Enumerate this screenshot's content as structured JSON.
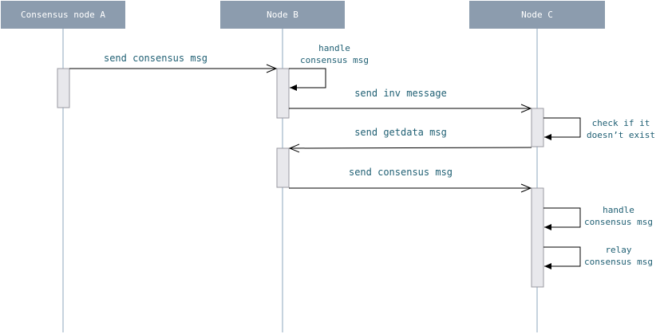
{
  "participants": [
    {
      "id": "a",
      "label": "Consensus node A"
    },
    {
      "id": "b",
      "label": "Node B"
    },
    {
      "id": "c",
      "label": "Node C"
    }
  ],
  "messages": [
    {
      "id": "m1",
      "label": "send consensus msg"
    },
    {
      "id": "m2",
      "label": "send inv message"
    },
    {
      "id": "m3",
      "label": "send getdata msg"
    },
    {
      "id": "m4",
      "label": "send consensus msg"
    }
  ],
  "self_messages": [
    {
      "id": "s1",
      "lines": [
        "handle",
        "consensus msg"
      ]
    },
    {
      "id": "s2",
      "lines": [
        "check if it",
        "doesn’t exist"
      ]
    },
    {
      "id": "s3",
      "lines": [
        "handle",
        "consensus msg"
      ]
    },
    {
      "id": "s4",
      "lines": [
        "relay",
        "consensus msg"
      ]
    }
  ],
  "colors": {
    "header_fill": "#8c9cae",
    "header_text": "#ffffff",
    "lifeline": "#8ea7bd",
    "activation_fill": "#e8e8ec",
    "activation_stroke": "#9a9aa2",
    "arrow": "#000000",
    "label": "#1f5f73"
  }
}
